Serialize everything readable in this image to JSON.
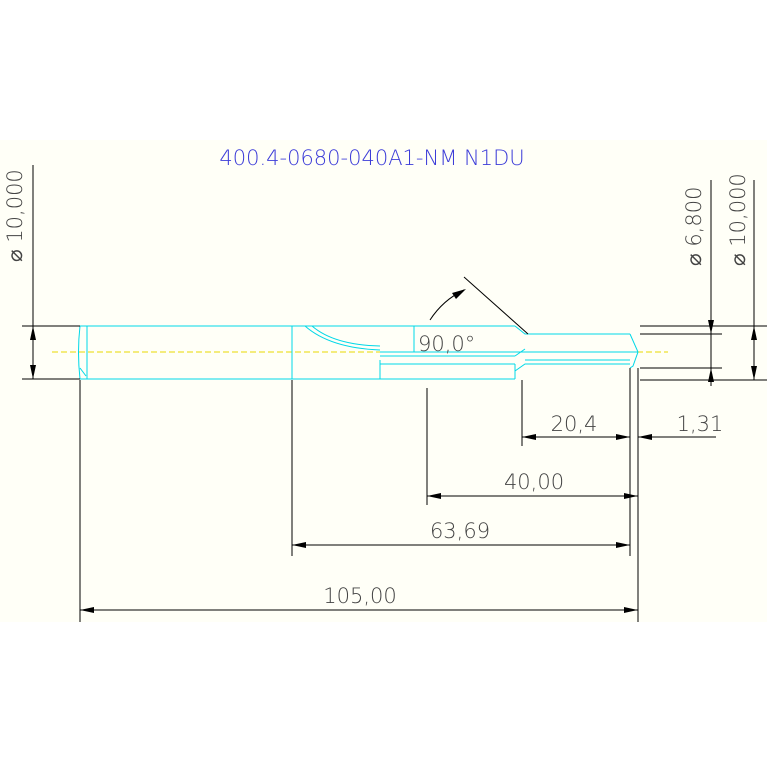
{
  "drawing": {
    "title": "400.4-0680-040A1-NM N1DU",
    "dimensions": {
      "shank_diameter": "⌀ 10,000",
      "flute_diameter": "⌀ 6,800",
      "tip_diameter": "⌀ 10,000",
      "point_angle": "90,0°",
      "step_length": "20,4",
      "tip_length": "1,31",
      "flute_length": "40,00",
      "body_length": "63,69",
      "overall_length": "105,00"
    }
  },
  "colors": {
    "background": "#fffff7",
    "part_outline": "#00d8e8",
    "dimension_lines": "#000000",
    "title_text": "#3c3cd8",
    "dimension_text": "#444444",
    "center_axis": "#e8d800"
  }
}
